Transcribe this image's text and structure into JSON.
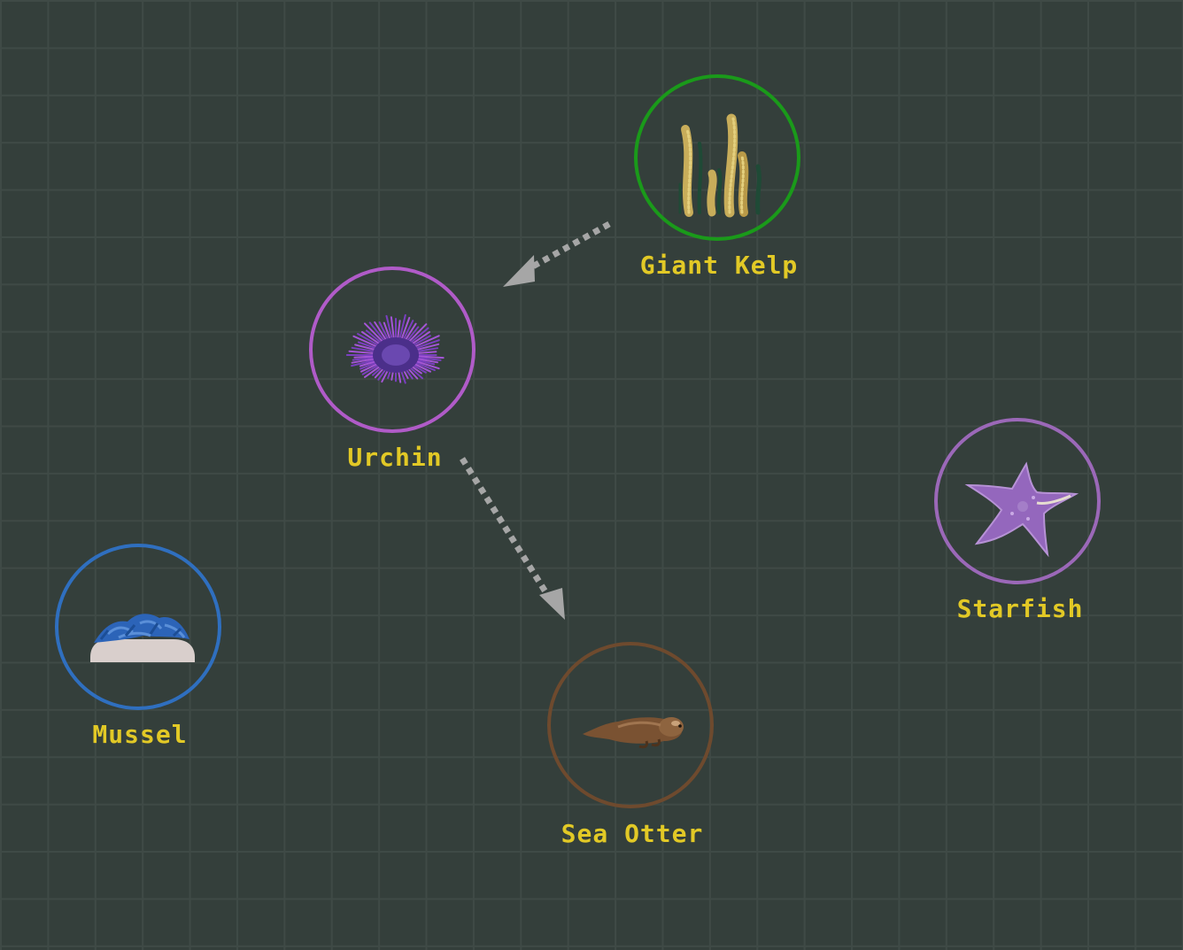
{
  "diagram": {
    "nodes": [
      {
        "id": "kelp",
        "label": "Giant Kelp",
        "color": "#1a9a1a",
        "icon": "giant-kelp-icon"
      },
      {
        "id": "urchin",
        "label": "Urchin",
        "color": "#b05bc8",
        "icon": "urchin-icon"
      },
      {
        "id": "starfish",
        "label": "Starfish",
        "color": "#9b68b8",
        "icon": "starfish-icon"
      },
      {
        "id": "mussel",
        "label": "Mussel",
        "color": "#2f6fbf",
        "icon": "mussel-icon"
      },
      {
        "id": "otter",
        "label": "Sea Otter",
        "color": "#6e4a2e",
        "icon": "sea-otter-icon"
      }
    ],
    "edges": [
      {
        "from": "kelp",
        "to": "urchin",
        "style": "dotted",
        "color": "#a6a6a6"
      },
      {
        "from": "urchin",
        "to": "otter",
        "style": "dotted",
        "color": "#a6a6a6"
      }
    ]
  }
}
